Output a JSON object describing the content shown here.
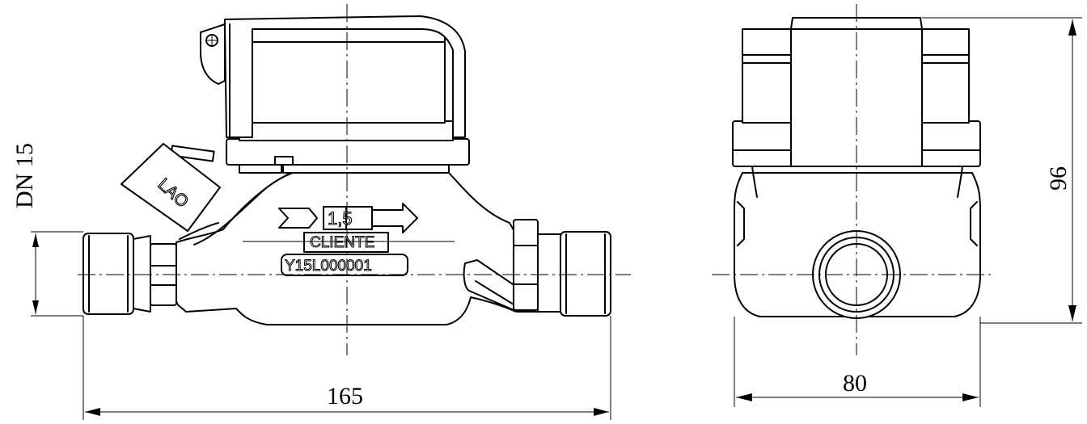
{
  "dimensions": {
    "dn": "DN 15",
    "length": "165",
    "width": "80",
    "height": "96"
  },
  "markings": {
    "body_side": "LAO",
    "rating": "1,5",
    "label": "CLIENTE",
    "serial": "Y15L000001"
  }
}
